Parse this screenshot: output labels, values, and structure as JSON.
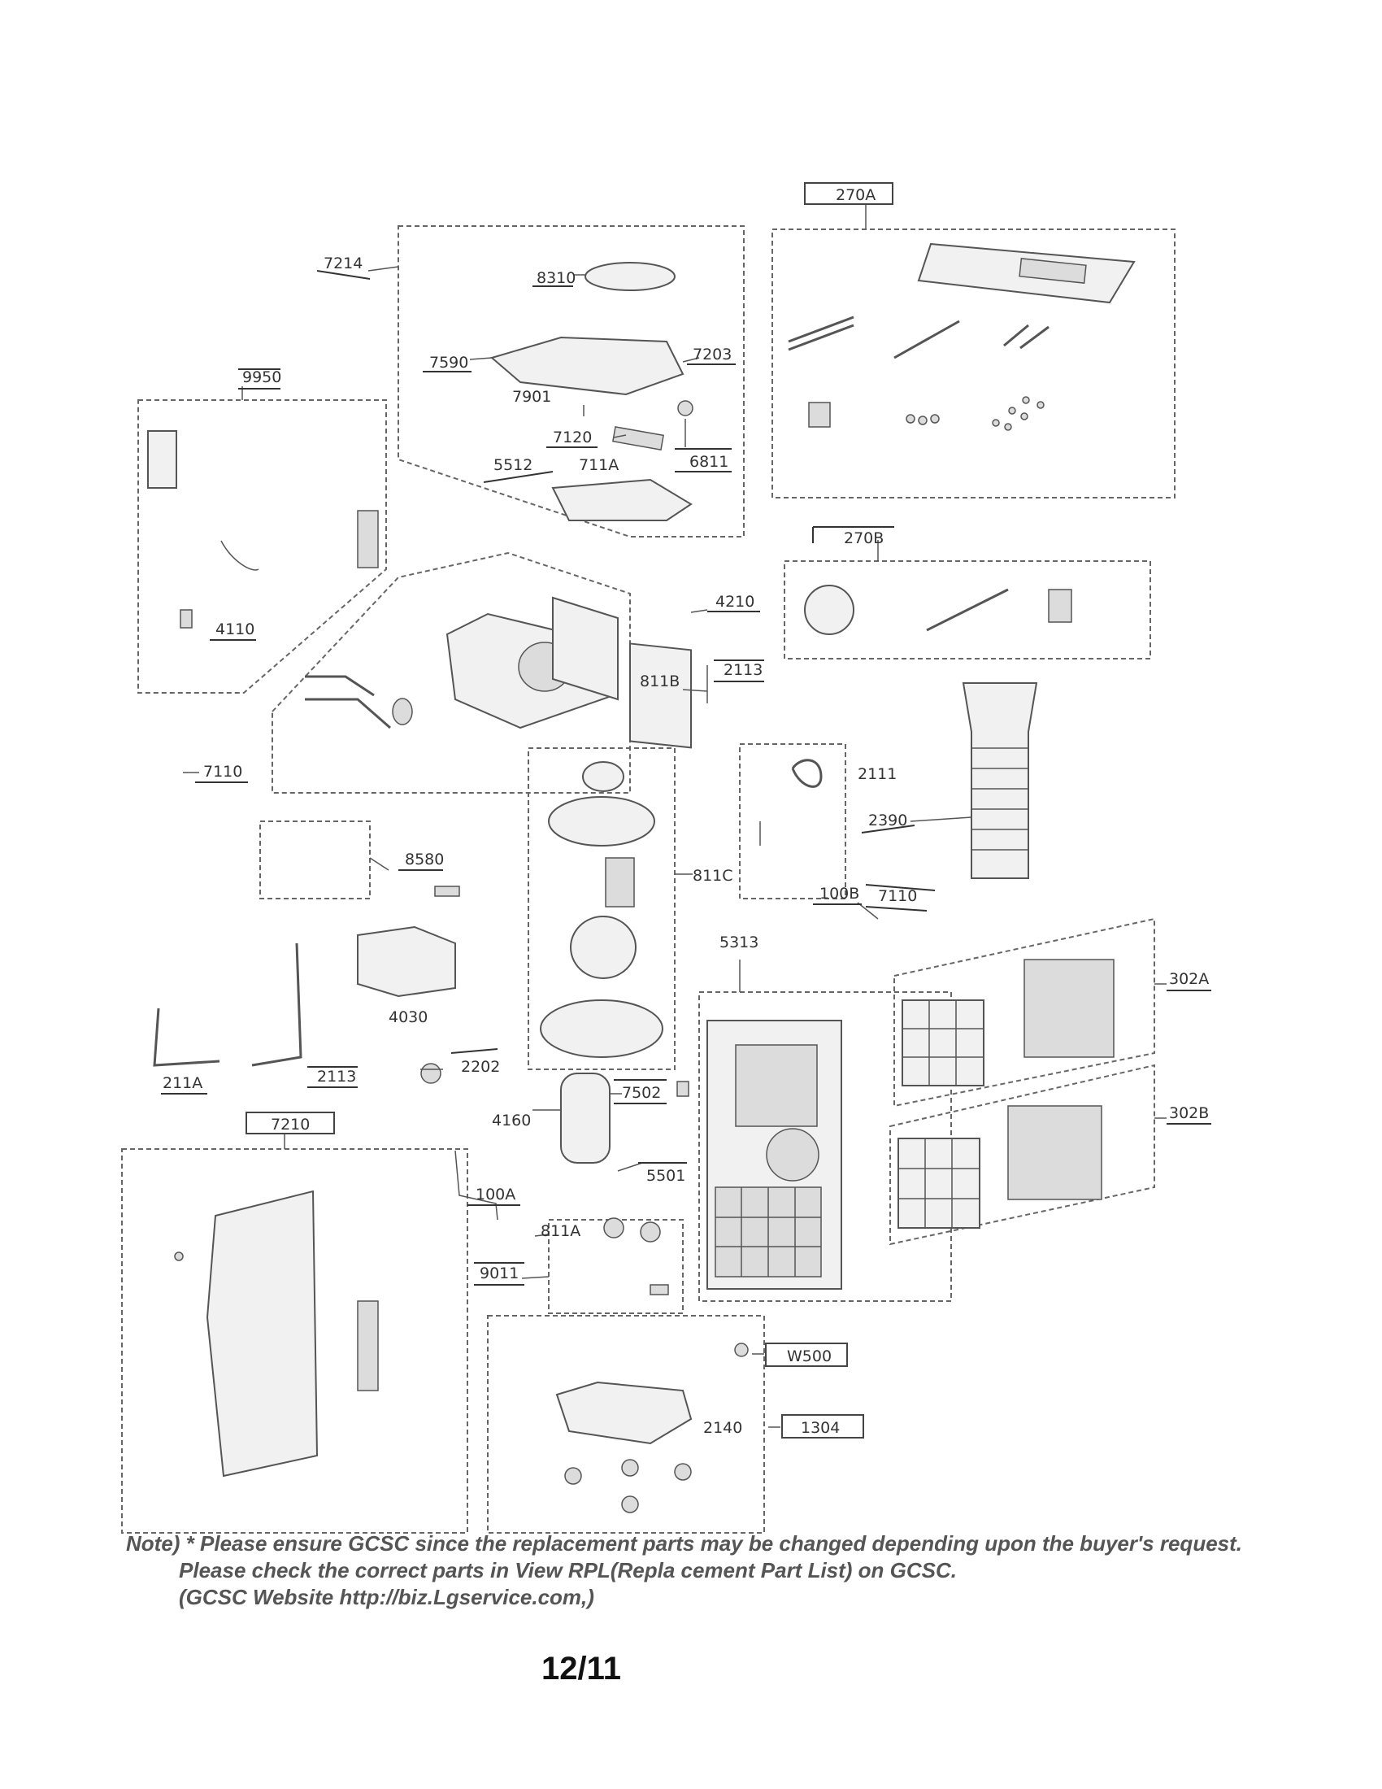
{
  "parts": [
    {
      "id": "p270A",
      "label": "270A"
    },
    {
      "id": "p7214",
      "label": "7214"
    },
    {
      "id": "p8310",
      "label": "8310"
    },
    {
      "id": "p9950",
      "label": "9950"
    },
    {
      "id": "p7590",
      "label": "7590"
    },
    {
      "id": "p7203",
      "label": "7203"
    },
    {
      "id": "p7901",
      "label": "7901"
    },
    {
      "id": "p7120",
      "label": "7120"
    },
    {
      "id": "p6811",
      "label": "6811"
    },
    {
      "id": "p5512",
      "label": "5512"
    },
    {
      "id": "p711A",
      "label": "711A"
    },
    {
      "id": "p270B",
      "label": "270B"
    },
    {
      "id": "p4210",
      "label": "4210"
    },
    {
      "id": "p4110",
      "label": "4110"
    },
    {
      "id": "p811B",
      "label": "811B"
    },
    {
      "id": "p2113a",
      "label": "2113"
    },
    {
      "id": "p7110a",
      "label": "7110"
    },
    {
      "id": "p2111",
      "label": "2111"
    },
    {
      "id": "p2390",
      "label": "2390"
    },
    {
      "id": "p8580",
      "label": "8580"
    },
    {
      "id": "p811C",
      "label": "811C"
    },
    {
      "id": "p100B",
      "label": "100B"
    },
    {
      "id": "p7110b",
      "label": "7110"
    },
    {
      "id": "p5313",
      "label": "5313"
    },
    {
      "id": "p302A",
      "label": "302A"
    },
    {
      "id": "p4030",
      "label": "4030"
    },
    {
      "id": "p2202",
      "label": "2202"
    },
    {
      "id": "p211A",
      "label": "211A"
    },
    {
      "id": "p2113b",
      "label": "2113"
    },
    {
      "id": "p7502",
      "label": "7502"
    },
    {
      "id": "p302B",
      "label": "302B"
    },
    {
      "id": "p7210",
      "label": "7210"
    },
    {
      "id": "p4160",
      "label": "4160"
    },
    {
      "id": "p5501",
      "label": "5501"
    },
    {
      "id": "p100A",
      "label": "100A"
    },
    {
      "id": "p811A",
      "label": "811A"
    },
    {
      "id": "p9011",
      "label": "9011"
    },
    {
      "id": "pW500",
      "label": "W500"
    },
    {
      "id": "p2140",
      "label": "2140"
    },
    {
      "id": "p1304",
      "label": "1304"
    }
  ],
  "note": {
    "line1": "Note) * Please ensure GCSC since the replacement parts may be changed depending upon the buyer's request.",
    "line2": "Please check  the correct parts in View RPL(Repla  cement Part List) on GCSC.",
    "line3": "(GCSC Website  http://biz.Lgservice.com,)"
  },
  "page_number": "12/11"
}
